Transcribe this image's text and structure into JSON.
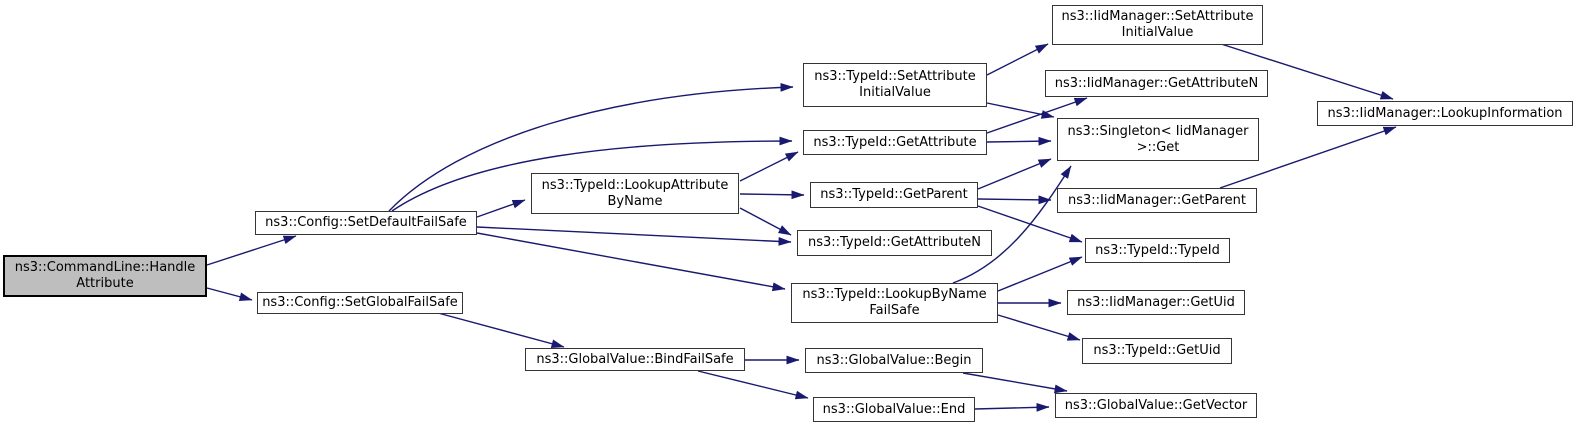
{
  "diagram": {
    "kind": "doxygen-call-graph",
    "colors": {
      "background": "#ffffff",
      "edge": "#191970",
      "node_fill": "#ffffff",
      "node_border": "#353535",
      "highlight_fill": "#bebebe",
      "text": "#000000"
    },
    "nodes": [
      {
        "id": "command-line-handle-attribute",
        "label": "ns3::CommandLine::Handle\nAttribute",
        "highlighted": true
      },
      {
        "id": "config-set-default-fail-safe",
        "label": "ns3::Config::SetDefaultFailSafe",
        "highlighted": false
      },
      {
        "id": "config-set-global-fail-safe",
        "label": "ns3::Config::SetGlobalFailSafe",
        "highlighted": false
      },
      {
        "id": "typeid-lookup-attribute-by-name",
        "label": "ns3::TypeId::LookupAttribute\nByName",
        "highlighted": false
      },
      {
        "id": "global-value-bind-fail-safe",
        "label": "ns3::GlobalValue::BindFailSafe",
        "highlighted": false
      },
      {
        "id": "typeid-set-attribute-initial-value",
        "label": "ns3::TypeId::SetAttribute\nInitialValue",
        "highlighted": false
      },
      {
        "id": "typeid-get-attribute",
        "label": "ns3::TypeId::GetAttribute",
        "highlighted": false
      },
      {
        "id": "typeid-get-parent",
        "label": "ns3::TypeId::GetParent",
        "highlighted": false
      },
      {
        "id": "typeid-get-attribute-n",
        "label": "ns3::TypeId::GetAttributeN",
        "highlighted": false
      },
      {
        "id": "typeid-lookup-by-name-fail-safe",
        "label": "ns3::TypeId::LookupByName\nFailSafe",
        "highlighted": false
      },
      {
        "id": "global-value-begin",
        "label": "ns3::GlobalValue::Begin",
        "highlighted": false
      },
      {
        "id": "global-value-end",
        "label": "ns3::GlobalValue::End",
        "highlighted": false
      },
      {
        "id": "iid-manager-set-attribute-initial-value",
        "label": "ns3::IidManager::SetAttribute\nInitialValue",
        "highlighted": false
      },
      {
        "id": "iid-manager-get-attribute-n",
        "label": "ns3::IidManager::GetAttributeN",
        "highlighted": false
      },
      {
        "id": "singleton-iid-manager-get",
        "label": "ns3::Singleton< IidManager\n>::Get",
        "highlighted": false
      },
      {
        "id": "iid-manager-get-parent",
        "label": "ns3::IidManager::GetParent",
        "highlighted": false
      },
      {
        "id": "typeid-typeid",
        "label": "ns3::TypeId::TypeId",
        "highlighted": false
      },
      {
        "id": "iid-manager-get-uid",
        "label": "ns3::IidManager::GetUid",
        "highlighted": false
      },
      {
        "id": "typeid-get-uid",
        "label": "ns3::TypeId::GetUid",
        "highlighted": false
      },
      {
        "id": "global-value-get-vector",
        "label": "ns3::GlobalValue::GetVector",
        "highlighted": false
      },
      {
        "id": "iid-manager-lookup-information",
        "label": "ns3::IidManager::LookupInformation",
        "highlighted": false
      }
    ],
    "edges": [
      {
        "from": "command-line-handle-attribute",
        "to": "config-set-default-fail-safe"
      },
      {
        "from": "command-line-handle-attribute",
        "to": "config-set-global-fail-safe"
      },
      {
        "from": "config-set-default-fail-safe",
        "to": "typeid-set-attribute-initial-value"
      },
      {
        "from": "config-set-default-fail-safe",
        "to": "typeid-get-attribute"
      },
      {
        "from": "config-set-default-fail-safe",
        "to": "typeid-lookup-attribute-by-name"
      },
      {
        "from": "config-set-default-fail-safe",
        "to": "typeid-get-attribute-n"
      },
      {
        "from": "config-set-default-fail-safe",
        "to": "typeid-lookup-by-name-fail-safe"
      },
      {
        "from": "config-set-global-fail-safe",
        "to": "global-value-bind-fail-safe"
      },
      {
        "from": "typeid-lookup-attribute-by-name",
        "to": "typeid-get-attribute"
      },
      {
        "from": "typeid-lookup-attribute-by-name",
        "to": "typeid-get-parent"
      },
      {
        "from": "typeid-lookup-attribute-by-name",
        "to": "typeid-get-attribute-n"
      },
      {
        "from": "typeid-set-attribute-initial-value",
        "to": "iid-manager-set-attribute-initial-value"
      },
      {
        "from": "typeid-set-attribute-initial-value",
        "to": "singleton-iid-manager-get"
      },
      {
        "from": "typeid-get-attribute",
        "to": "iid-manager-get-attribute-n"
      },
      {
        "from": "typeid-get-attribute",
        "to": "singleton-iid-manager-get"
      },
      {
        "from": "typeid-get-parent",
        "to": "singleton-iid-manager-get"
      },
      {
        "from": "typeid-get-parent",
        "to": "iid-manager-get-parent"
      },
      {
        "from": "typeid-get-parent",
        "to": "typeid-typeid"
      },
      {
        "from": "typeid-lookup-by-name-fail-safe",
        "to": "singleton-iid-manager-get"
      },
      {
        "from": "typeid-lookup-by-name-fail-safe",
        "to": "typeid-typeid"
      },
      {
        "from": "typeid-lookup-by-name-fail-safe",
        "to": "iid-manager-get-uid"
      },
      {
        "from": "typeid-lookup-by-name-fail-safe",
        "to": "typeid-get-uid"
      },
      {
        "from": "global-value-bind-fail-safe",
        "to": "global-value-begin"
      },
      {
        "from": "global-value-bind-fail-safe",
        "to": "global-value-end"
      },
      {
        "from": "global-value-begin",
        "to": "global-value-get-vector"
      },
      {
        "from": "global-value-end",
        "to": "global-value-get-vector"
      },
      {
        "from": "iid-manager-set-attribute-initial-value",
        "to": "iid-manager-lookup-information"
      },
      {
        "from": "iid-manager-get-parent",
        "to": "iid-manager-lookup-information"
      }
    ]
  }
}
